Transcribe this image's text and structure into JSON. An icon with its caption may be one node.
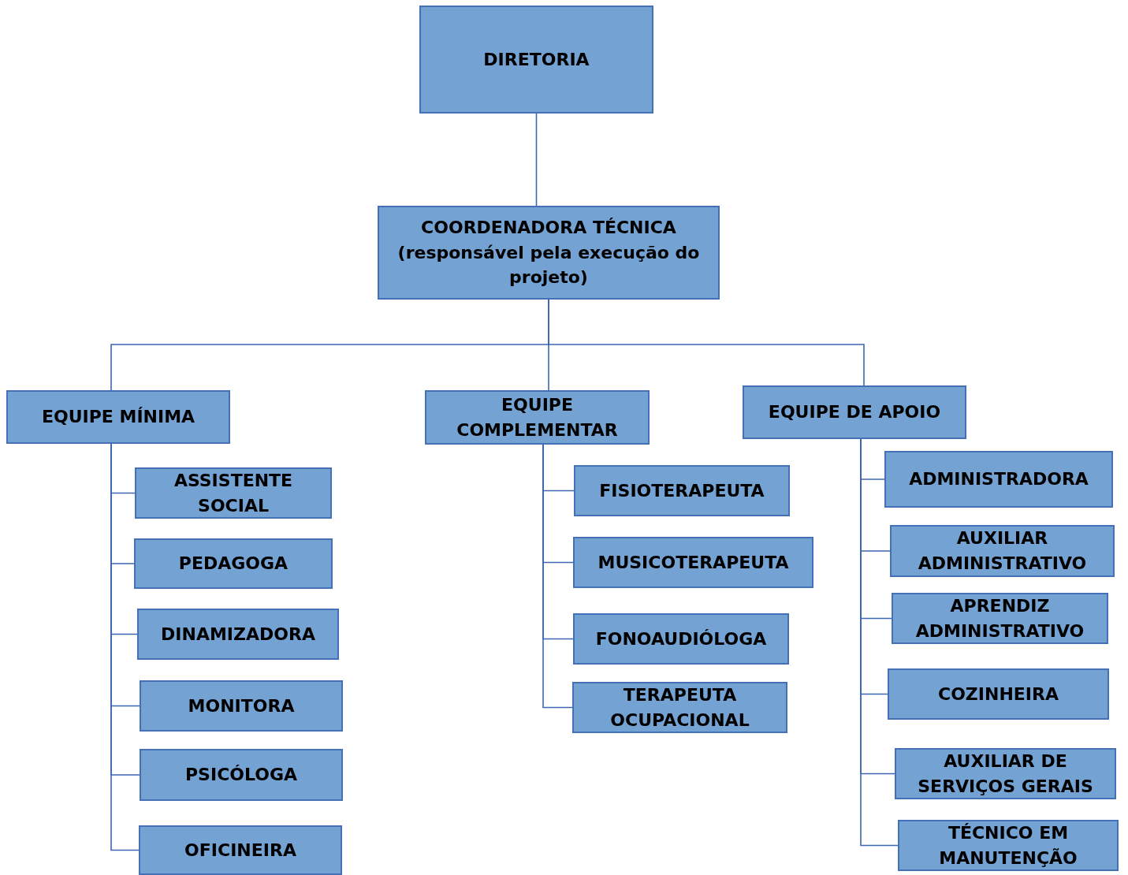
{
  "diagram": {
    "nodes": [
      {
        "text": [
          "DIRETORIA"
        ]
      },
      {
        "text": [
          "COORDENADORA TÉCNICA (responsável pela execução do projeto)"
        ]
      },
      {
        "text": [
          "EQUIPE MÍNIMA"
        ]
      },
      {
        "text": [
          "EQUIPE COMPLEMENTAR"
        ]
      },
      {
        "text": [
          "EQUIPE DE APOIO"
        ]
      },
      {
        "text": [
          "ASSISTENTE SOCIAL"
        ]
      },
      {
        "text": [
          "PEDAGOGA"
        ]
      },
      {
        "text": [
          "DINAMIZADORA"
        ]
      },
      {
        "text": [
          "MONITORA"
        ]
      },
      {
        "text": [
          "PSICÓLOGA"
        ]
      },
      {
        "text": [
          "OFICINEIRA"
        ]
      },
      {
        "text": [
          "FISIOTERAPEUTA"
        ]
      },
      {
        "text": [
          "MUSICOTERAPEUTA"
        ]
      },
      {
        "text": [
          "FONOAUDIÓLOGA"
        ]
      },
      {
        "text": [
          "TERAPEUTA OCUPACIONAL"
        ]
      },
      {
        "text": [
          "ADMINISTRADORA"
        ]
      },
      {
        "text": [
          "AUXILIAR ADMINISTRATIVO"
        ]
      },
      {
        "text": [
          "APRENDIZ ADMINISTRATIVO"
        ]
      },
      {
        "text": [
          "COZINHEIRA"
        ]
      },
      {
        "text": [
          "AUXILIAR DE SERVIÇOS GERAIS"
        ]
      },
      {
        "text": [
          "TÉCNICO EM MANUTENÇÃO"
        ]
      }
    ],
    "edges": [
      {
        "from": 0,
        "to": 1,
        "arrow": "none"
      },
      {
        "from": 1,
        "to": 2,
        "arrow": "none"
      },
      {
        "from": 1,
        "to": 3,
        "arrow": "none"
      },
      {
        "from": 1,
        "to": 4,
        "arrow": "none"
      },
      {
        "from": 2,
        "to": 5,
        "arrow": "none"
      },
      {
        "from": 2,
        "to": 6,
        "arrow": "none"
      },
      {
        "from": 2,
        "to": 7,
        "arrow": "none"
      },
      {
        "from": 2,
        "to": 8,
        "arrow": "none"
      },
      {
        "from": 2,
        "to": 9,
        "arrow": "none"
      },
      {
        "from": 2,
        "to": 10,
        "arrow": "none"
      },
      {
        "from": 3,
        "to": 11,
        "arrow": "none"
      },
      {
        "from": 3,
        "to": 12,
        "arrow": "none"
      },
      {
        "from": 3,
        "to": 13,
        "arrow": "none"
      },
      {
        "from": 3,
        "to": 14,
        "arrow": "none"
      },
      {
        "from": 4,
        "to": 15,
        "arrow": "none"
      },
      {
        "from": 4,
        "to": 16,
        "arrow": "none"
      },
      {
        "from": 4,
        "to": 17,
        "arrow": "none"
      },
      {
        "from": 4,
        "to": 18,
        "arrow": "none"
      },
      {
        "from": 4,
        "to": 19,
        "arrow": "none"
      },
      {
        "from": 4,
        "to": 20,
        "arrow": "none"
      }
    ]
  }
}
